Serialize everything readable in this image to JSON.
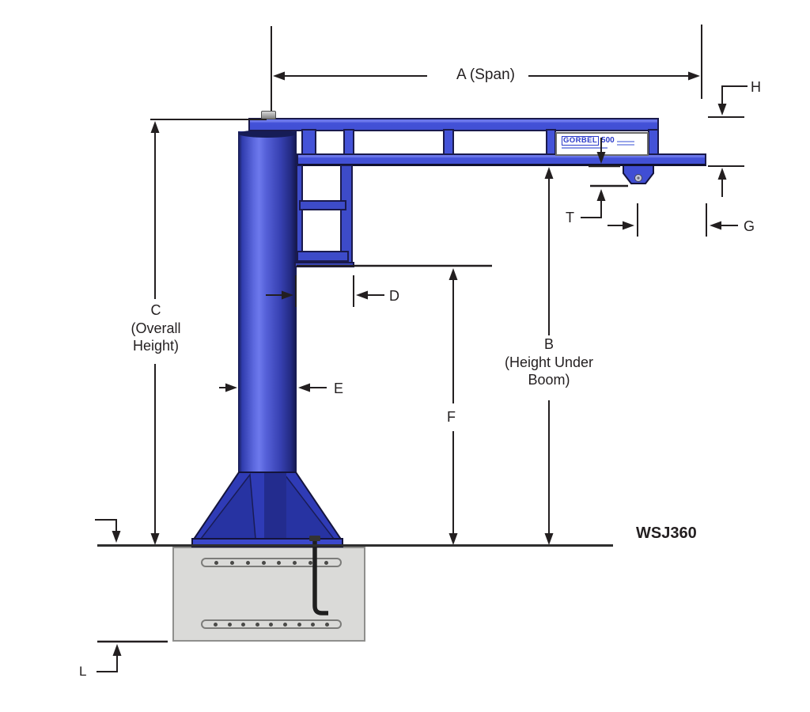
{
  "diagram": {
    "title_model": "WSJ360",
    "type": "jib-crane-dimension-drawing",
    "brand_plate": {
      "brand": "GORBEL",
      "capacity": "500"
    },
    "dim_labels": {
      "a": "A (Span)",
      "b_main": "B",
      "b_sub": "(Height Under Boom)",
      "c_main": "C",
      "c_sub": "(Overall Height)",
      "d": "D",
      "e": "E",
      "f": "F",
      "g": "G",
      "h": "H",
      "t": "T",
      "l": "L"
    },
    "colors": {
      "crane_blue": "#4150d6",
      "outline_navy": "#1a1a4c",
      "concrete_gray": "#dadad8",
      "dimension_black": "#231f20",
      "label_blue": "#2b3ac8"
    }
  }
}
